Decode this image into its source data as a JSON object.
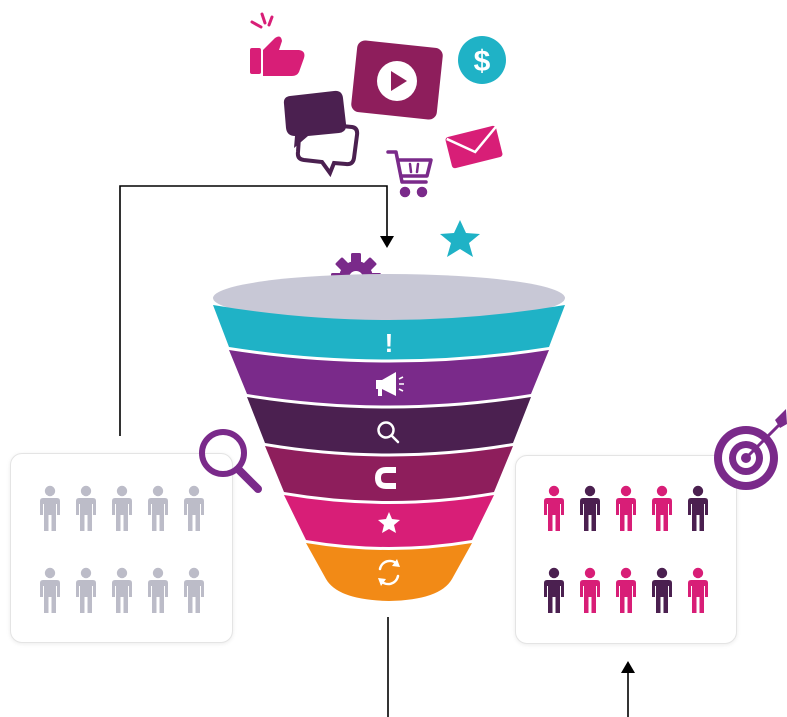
{
  "colors": {
    "funnel_rim": "#c8c8d6",
    "funnel_layers": [
      "#1fb2c6",
      "#7a2a8a",
      "#4b2050",
      "#8e1e5c",
      "#d81e77",
      "#f28a16"
    ],
    "line": "#000000",
    "person_gray": "#bcbcc8",
    "person_pink": "#d81e77",
    "person_dark": "#4b2050",
    "icon_pink": "#d81e77",
    "icon_purple": "#7a2a8a",
    "icon_dark": "#4b2050",
    "icon_teal": "#1fb2c6"
  },
  "funnel_layer_icons": [
    "exclamation-icon",
    "megaphone-icon",
    "search-icon",
    "magnet-icon",
    "star-icon",
    "refresh-icon"
  ],
  "floating_icons": [
    "thumbs-up-icon",
    "video-play-icon",
    "dollar-coin-icon",
    "chat-bubbles-icon",
    "shopping-cart-icon",
    "envelope-icon",
    "star-icon",
    "gear-icon"
  ],
  "left_group": {
    "rows": 2,
    "per_row": 5,
    "colors": [
      [
        "gray",
        "gray",
        "gray",
        "gray",
        "gray"
      ],
      [
        "gray",
        "gray",
        "gray",
        "gray",
        "gray"
      ]
    ]
  },
  "right_group": {
    "rows": 2,
    "per_row": 5,
    "colors": [
      [
        "pink",
        "dark",
        "pink",
        "pink",
        "dark"
      ],
      [
        "dark",
        "pink",
        "pink",
        "dark",
        "pink"
      ]
    ]
  },
  "left_panel_icon": "magnifier-icon",
  "right_panel_icon": "target-icon",
  "exclamation_glyph": "!"
}
